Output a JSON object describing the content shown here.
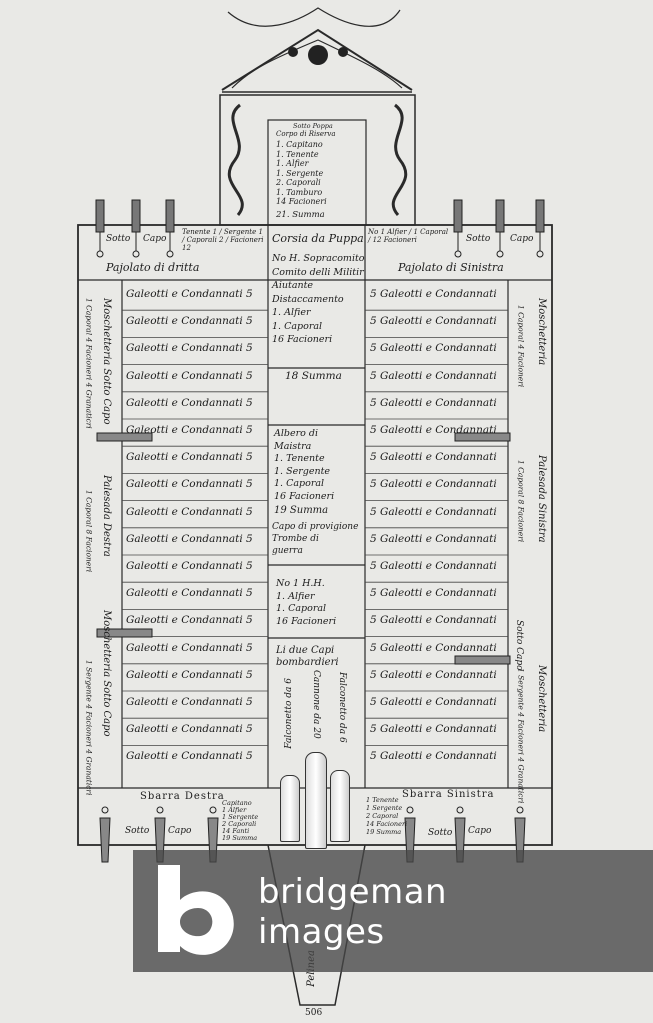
{
  "top_block": {
    "title": "Sotto Poppa",
    "subtitle": "Corpo di Riserva",
    "lines": [
      "1. Capitano",
      "1. Tenente",
      "1. Alfier",
      "1. Sergente",
      "2. Caporali",
      "1. Tamburo",
      "14 Facioneri"
    ],
    "summa": "21. Summa"
  },
  "header_row": {
    "left_group": "Tenente 1 / Sergente 1 / Caporali 2 / Facioneri 12",
    "left_sotto": "Sotto",
    "left_capo": "Capo",
    "center": "Corsia da Puppa",
    "right_group": "No 1 Alfier / 1 Caporal / 12 Facioneri",
    "right_sotto": "Sotto",
    "right_capo": "Capo",
    "left_label": "Pajolato di dritta",
    "right_label": "Pajolato di Sinistra"
  },
  "rows_left": [
    "Galeotti e Condannati 5",
    "Galeotti e Condannati 5",
    "Galeotti e Condannati 5",
    "Galeotti e Condannati 5",
    "Galeotti e Condannati 5",
    "Galeotti e Condannati 5",
    "Galeotti e Condannati 5",
    "Galeotti e Condannati 5",
    "Galeotti e Condannati 5",
    "Galeotti e Condannati 5",
    "Galeotti e Condannati 5",
    "Galeotti e Condannati 5",
    "Galeotti e Condannati 5",
    "Galeotti e Condannati 5",
    "Galeotti e Condannati 5",
    "Galeotti e Condannati 5",
    "Galeotti e Condannati 5",
    "Galeotti e Condannati 5"
  ],
  "rows_right": [
    "5 Galeotti e Condannati",
    "5 Galeotti e Condannati",
    "5 Galeotti e Condannati",
    "5 Galeotti e Condannati",
    "5 Galeotti e Condannati",
    "5 Galeotti e Condannati",
    "5 Galeotti e Condannati",
    "5 Galeotti e Condannati",
    "5 Galeotti e Condannati",
    "5 Galeotti e Condannati",
    "5 Galeotti e Condannati",
    "5 Galeotti e Condannati",
    "5 Galeotti e Condannati",
    "5 Galeotti e Condannati",
    "5 Galeotti e Condannati",
    "5 Galeotti e Condannati",
    "5 Galeotti e Condannati",
    "5 Galeotti e Condannati"
  ],
  "center": {
    "block1": [
      "No H. Sopracomito",
      "Comito delli Militir",
      "Aiutante",
      "Distaccamento",
      "1. Alfier",
      "1. Caporal",
      "16 Facioneri"
    ],
    "block1_summa": "18 Summa",
    "block2": [
      "Albero di",
      "Maistra",
      "1. Tenente",
      "1. Sergente",
      "1. Caporal",
      "16 Facioneri"
    ],
    "block2_summa": "19 Summa",
    "block2_extra": [
      "Capo di provigione",
      "Trombe di",
      "guerra"
    ],
    "block3": [
      "No 1 H.H.",
      "1. Alfier",
      "1. Caporal",
      "16 Facioneri"
    ],
    "block4_title": [
      "Li due Capi",
      "bombardieri"
    ],
    "cannons": [
      "Falconetto da 6",
      "Cannone da 20",
      "Falconetto da 6"
    ]
  },
  "left_side": {
    "moschetteria_top": "Moschetteria Sotto Capo",
    "moschetteria_top_detail": "1 Caporal 4 Facioneri 4 Granaticri",
    "palesada": "Palesada Destra",
    "palesada_detail": "1 Caporal 8 Facioneri",
    "moschetteria_bottom": "Moschetteria Sotto Capo",
    "moschetteria_bottom_detail": "1 Sergente 4 Facioneri 4 Granaticri"
  },
  "right_side": {
    "moschetteria_top": "Moschetteria",
    "moschetteria_top_detail": "1 Caporal 4 Facioneri",
    "palesada": "Palesada Sinistra",
    "palesada_detail": "1 Caporal 8 Facioneri",
    "sotto_capo": "Sotto Capo",
    "moschetteria_bottom": "Moschetteria",
    "moschetteria_bottom_detail": "1 Sergente 4 Facioneri 4 Granaticri"
  },
  "bottom_row": {
    "left_title": "Sbarra Destra",
    "left_detail": [
      "Capitano",
      "1 Alfier",
      "1 Sergente",
      "2 Caporali",
      "14 Fanti",
      "19 Summa"
    ],
    "left_sotto": "Sotto",
    "left_capo": "Capo",
    "right_title": "Sbarra Sinistra",
    "right_detail": [
      "1 Tenente",
      "1 Sergente",
      "2 Caporal",
      "14 Facioneri",
      "19 Summa"
    ],
    "right_sotto": "Sotto",
    "right_capo": "Capo"
  },
  "bow": {
    "label": "Pelinea",
    "page_number": "506"
  },
  "watermark": {
    "line1": "bridgeman",
    "line2": "images",
    "letter": "b"
  }
}
